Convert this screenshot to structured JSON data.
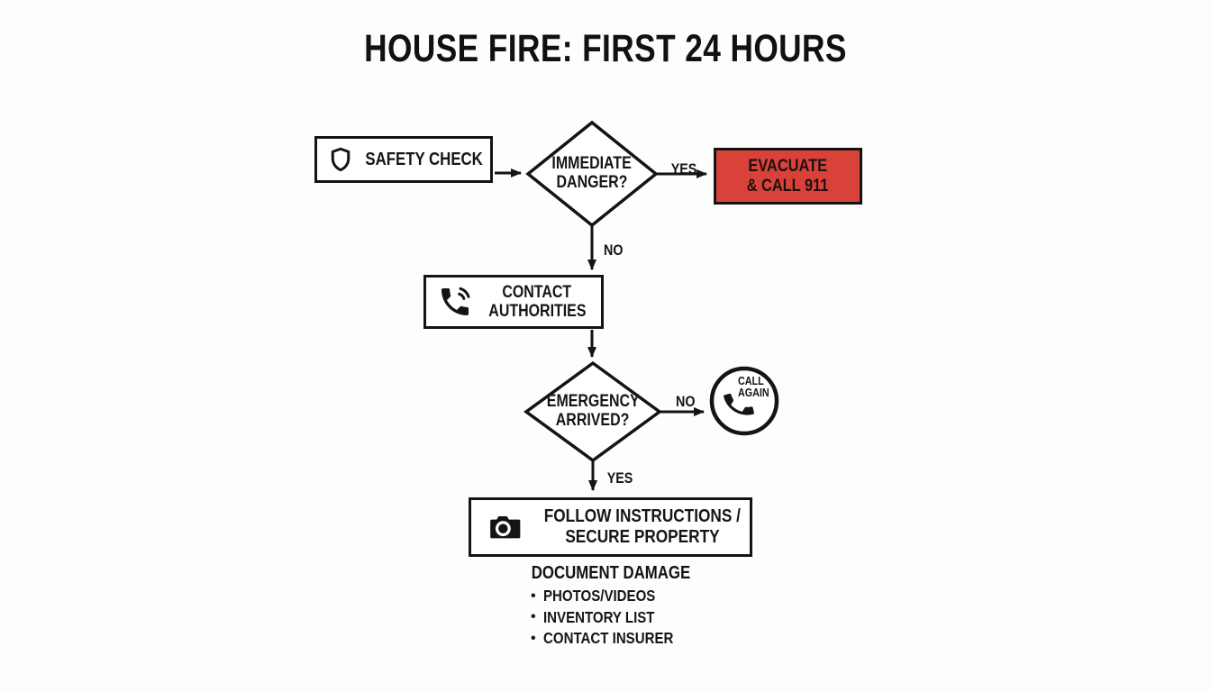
{
  "title": "HOUSE FIRE: FIRST 24 HOURS",
  "colors": {
    "danger_red": "#d94238",
    "ink": "#141414",
    "background": "#fdfdfd"
  },
  "flow": {
    "safety_check": {
      "label": "SAFETY CHECK",
      "icon": "shield"
    },
    "immediate_danger": {
      "line1": "IMMEDIATE",
      "line2": "DANGER?"
    },
    "evacuate": {
      "line1": "EVACUATE",
      "line2": "& CALL 911"
    },
    "contact_authorities": {
      "line1": "CONTACT",
      "line2": "AUTHORITIES",
      "icon": "phone-volume"
    },
    "emergency_arrived": {
      "line1": "EMERGENCY",
      "line2": "ARRIVED?"
    },
    "call_again": {
      "line1": "CALL",
      "line2": "AGAIN",
      "icon": "phone"
    },
    "follow_instructions": {
      "line1": "FOLLOW INSTRUCTIONS /",
      "line2": "SECURE PROPERTY",
      "icon": "camera"
    },
    "edges": {
      "yes1": "YES",
      "no1": "NO",
      "no2": "NO",
      "yes2": "YES"
    }
  },
  "document_damage": {
    "heading": "DOCUMENT DAMAGE",
    "bullet": "•",
    "items": [
      "PHOTOS/VIDEOS",
      "INVENTORY LIST",
      "CONTACT INSURER"
    ]
  }
}
